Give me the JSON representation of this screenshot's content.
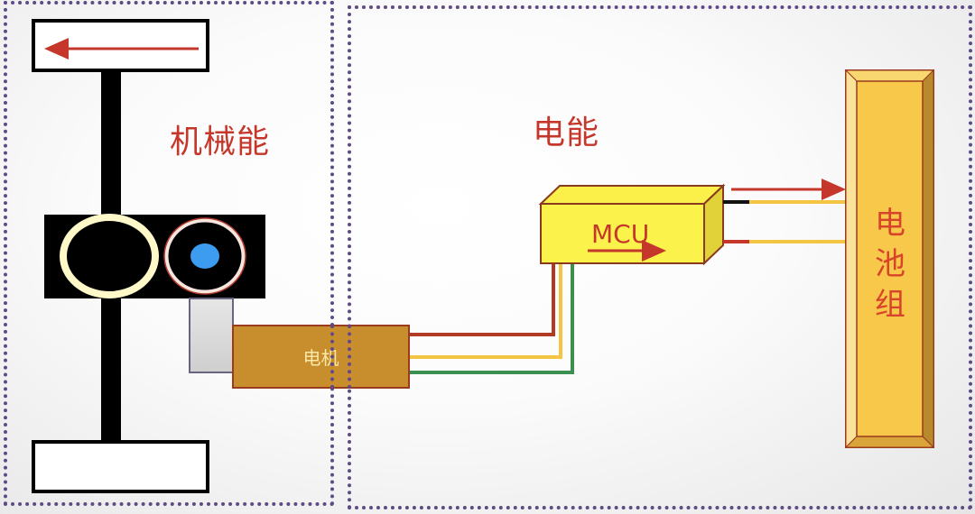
{
  "diagram": {
    "title": "Electric vehicle energy flow: battery pack → MCU → motor → wheels",
    "zones": [
      {
        "id": "mechanical",
        "label": "机械能",
        "meaning": "Mechanical energy"
      },
      {
        "id": "electrical",
        "label": "电能",
        "meaning": "Electrical energy"
      }
    ],
    "components": {
      "motor": {
        "label": "电机",
        "meaning": "Motor"
      },
      "mcu": {
        "label": "MCU",
        "meaning": "Motor Control Unit"
      },
      "battery": {
        "label": "电池组",
        "label_chars": [
          "电",
          "池",
          "组"
        ],
        "meaning": "Battery pack"
      },
      "wheels": {
        "count": 2
      },
      "gears": {
        "count": 2
      }
    },
    "connections": [
      {
        "from": "battery",
        "to": "mcu",
        "wires": [
          "black/yellow",
          "red/yellow"
        ],
        "arrow": "mcu→battery direction (right)"
      },
      {
        "from": "mcu",
        "to": "motor",
        "wires": [
          "red",
          "yellow",
          "green"
        ]
      }
    ],
    "arrows": {
      "wheel_top": "left",
      "mcu": "right",
      "battery_link": "right"
    },
    "colors": {
      "accent_red": "#c5372a",
      "zone_border": "#5e4a86",
      "motor_fill": "#c88e2e",
      "mcu_fill": "#fbf04a",
      "battery_fill": "#f7c84a",
      "wire_red": "#b33a22",
      "wire_yellow": "#f4c542",
      "wire_green": "#3c8f4f",
      "gear_blue": "#3d9cf0"
    }
  }
}
